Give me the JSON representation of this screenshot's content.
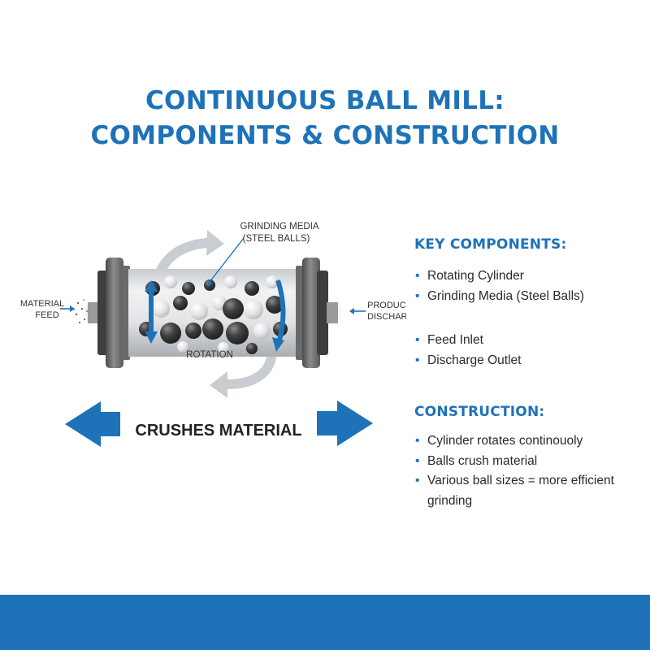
{
  "title": {
    "line1": "CONTINUOUS BALL MILL:",
    "line2": "COMPONENTS & CONSTRUCTION"
  },
  "diagram": {
    "labels": {
      "grinding_media_line1": "GRINDING MEDIA",
      "grinding_media_line2": "(STEEL BALLS)",
      "material_feed_line1": "MATERIAL",
      "material_feed_line2": "FEED",
      "product_discharge_line1": "PRODUCT",
      "product_discharge_line2": "DISCHARGE",
      "rotation": "ROTATION",
      "crushes_material": "CRUSHES MATERIAL"
    }
  },
  "key_components": {
    "heading": "KEY COMPONENTS:",
    "items": [
      "Rotating Cylinder",
      "Grinding Media (Steel Balls)",
      "Feed Inlet",
      "Discharge Outlet"
    ]
  },
  "construction": {
    "heading": "CONSTRUCTION:",
    "items": [
      "Cylinder rotates continouoly",
      "Balls crush material",
      "Various ball sizes = more efficient grinding"
    ]
  },
  "colors": {
    "accent_blue": "#1e72b8",
    "steel_gray": "#7a7a7a",
    "rotation_arrow_gray": "#c9ccd0",
    "footer_bar": "#1e72b8"
  }
}
